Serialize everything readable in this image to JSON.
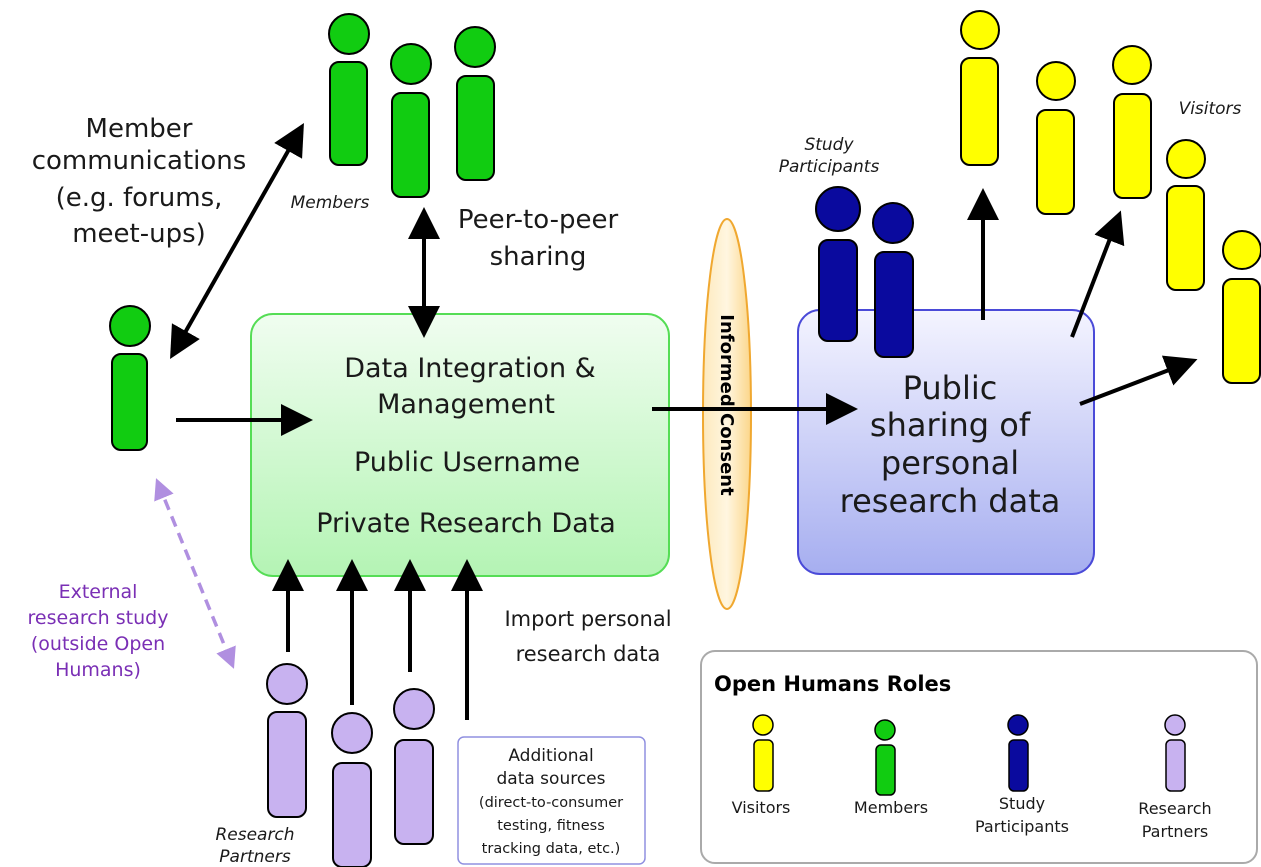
{
  "colors": {
    "members": "#11cc11",
    "visitors": "#ffff00",
    "participants": "#0a0a9e",
    "partners": "#c8b2f0",
    "partners_arrow": "#b08fe0",
    "external_text": "#7a2fb5",
    "integration_box": "#d6f8d6",
    "public_box": "#c9cdf5",
    "consent": "#fde1a6"
  },
  "labels": {
    "member_comm": [
      "Member",
      "communications",
      "(e.g. forums,",
      "meet-ups)"
    ],
    "members": "Members",
    "peer_sharing": [
      "Peer-to-peer",
      "sharing"
    ],
    "study_participants": [
      "Study",
      "Participants"
    ],
    "visitors": "Visitors",
    "external_study": [
      "External",
      "research study",
      "(outside Open",
      "Humans)"
    ],
    "import_data": [
      "Import personal",
      "research data"
    ],
    "research_partners": [
      "Research",
      "Partners"
    ],
    "additional_sources": [
      "Additional",
      "data sources",
      "(direct-to-consumer",
      "testing, fitness",
      "tracking data, etc.)"
    ]
  },
  "integration_box": {
    "line1": "Data Integration &",
    "line2": "Management",
    "line3": "Public Username",
    "line4": "Private Research Data"
  },
  "public_box": [
    "Public",
    "sharing of",
    "personal",
    "research data"
  ],
  "consent": "Informed Consent",
  "legend": {
    "title": "Open Humans Roles",
    "items": [
      {
        "label": [
          "Visitors"
        ],
        "icon": "visitor-icon"
      },
      {
        "label": [
          "Members"
        ],
        "icon": "member-icon"
      },
      {
        "label": [
          "Study",
          "Participants"
        ],
        "icon": "participant-icon"
      },
      {
        "label": [
          "Research",
          "Partners"
        ],
        "icon": "partner-icon"
      }
    ]
  }
}
